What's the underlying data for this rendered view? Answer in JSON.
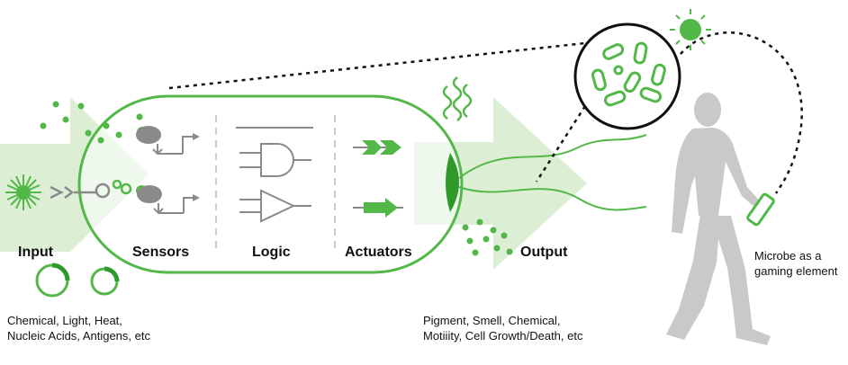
{
  "stages": {
    "input": "Input",
    "sensors": "Sensors",
    "logic": "Logic",
    "actuators": "Actuators",
    "output": "Output"
  },
  "captions": {
    "input_line1": "Chemical, Light, Heat,",
    "input_line2": "Nucleic Acids, Antigens, etc",
    "output_line1": "Pigment, Smell, Chemical,",
    "output_line2": "Motiiity, Cell Growth/Death, etc",
    "microbe_line1": "Microbe as a",
    "microbe_line2": "gaming element"
  },
  "colors": {
    "accent": "#52b848",
    "light_accent": "#dcefd5",
    "gray": "#8a8a8a",
    "figure": "#c9c9c9"
  },
  "icons": [
    "burst-icon",
    "receptor-icon",
    "promoter-arrow-icon",
    "and-gate-icon",
    "buffer-gate-icon",
    "double-arrow-icon",
    "arrow-icon",
    "wavy-lines-icon",
    "sun-icon",
    "phone-icon",
    "plasmid-icon",
    "microbes-zoom-icon",
    "walking-person-icon"
  ]
}
